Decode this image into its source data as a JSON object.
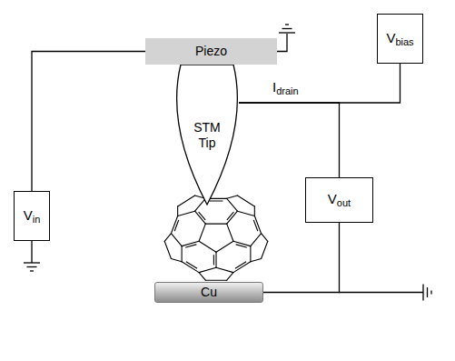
{
  "diagram": {
    "nodes": [
      {
        "text": [
          "Piezo"
        ]
      },
      {
        "text": [
          "STM Tip"
        ]
      },
      {
        "text": [
          "Vbias"
        ]
      },
      {
        "text": [
          "Vin"
        ]
      },
      {
        "text": [
          "Vout"
        ]
      },
      {
        "text": [
          "Cu"
        ]
      }
    ],
    "edges": [
      {
        "from": 0,
        "to": 3,
        "arrow": "none"
      },
      {
        "from": 1,
        "to": 2,
        "arrow": "none",
        "label": "Idrain"
      },
      {
        "from": 1,
        "to": 4,
        "arrow": "none"
      },
      {
        "from": 4,
        "to": 5,
        "arrow": "none"
      }
    ]
  }
}
